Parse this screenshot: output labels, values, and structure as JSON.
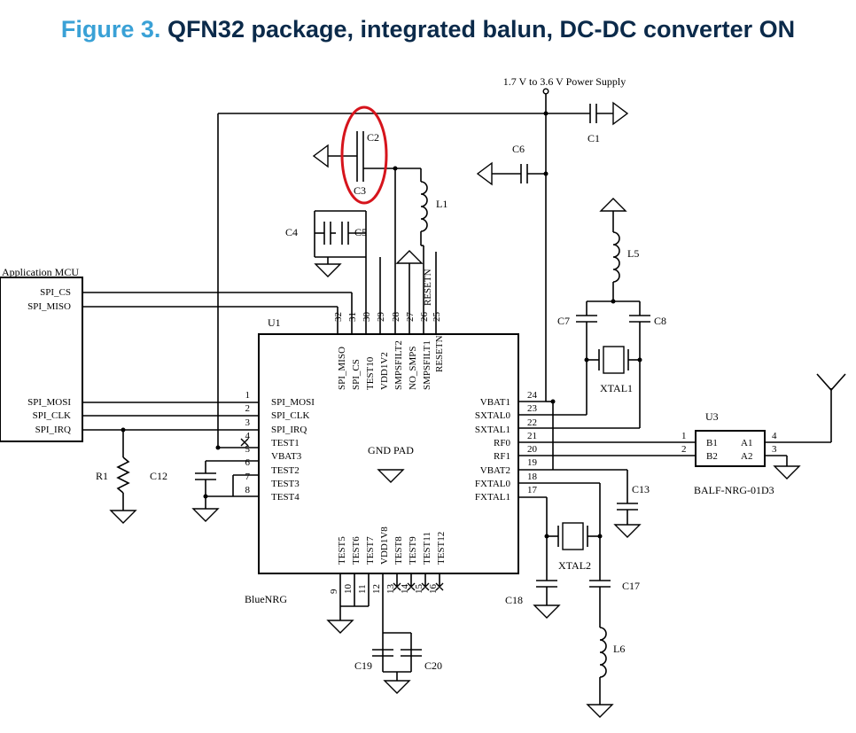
{
  "header": {
    "figure_label": "Figure 3.",
    "title": "QFN32 package, integrated balun, DC-DC converter ON"
  },
  "colors": {
    "figure_label": "#3aa1d6",
    "title": "#0b2a4a",
    "highlight": "#d6141c"
  },
  "power_supply": "1.7 V to 3.6 V Power Supply",
  "mcu": {
    "name": "Application MCU",
    "pins": [
      "SPI_CS",
      "SPI_MISO",
      "SPI_MOSI",
      "SPI_CLK",
      "SPI_IRQ"
    ]
  },
  "u1": {
    "ref": "U1",
    "name": "BlueNRG",
    "gnd_pad": "GND PAD",
    "top_pins": [
      {
        "num": "32",
        "name": "SPI_MISO"
      },
      {
        "num": "31",
        "name": "SPI_CS"
      },
      {
        "num": "30",
        "name": "TEST10"
      },
      {
        "num": "29",
        "name": "VDD1V2"
      },
      {
        "num": "28",
        "name": "SMPSFILT2"
      },
      {
        "num": "27",
        "name": "NO_SMPS"
      },
      {
        "num": "26",
        "name": "SMPSFILT1"
      },
      {
        "num": "25",
        "name": "RESETN"
      }
    ],
    "left_pins": [
      {
        "num": "1",
        "name": "SPI_MOSI"
      },
      {
        "num": "2",
        "name": "SPI_CLK"
      },
      {
        "num": "3",
        "name": "SPI_IRQ"
      },
      {
        "num": "4",
        "name": "TEST1"
      },
      {
        "num": "5",
        "name": "VBAT3"
      },
      {
        "num": "6",
        "name": "TEST2"
      },
      {
        "num": "7",
        "name": "TEST3"
      },
      {
        "num": "8",
        "name": "TEST4"
      }
    ],
    "right_pins": [
      {
        "num": "24",
        "name": "VBAT1"
      },
      {
        "num": "23",
        "name": "SXTAL0"
      },
      {
        "num": "22",
        "name": "SXTAL1"
      },
      {
        "num": "21",
        "name": "RF0"
      },
      {
        "num": "20",
        "name": "RF1"
      },
      {
        "num": "19",
        "name": "VBAT2"
      },
      {
        "num": "18",
        "name": "FXTAL0"
      },
      {
        "num": "17",
        "name": "FXTAL1"
      }
    ],
    "bottom_pins": [
      {
        "num": "9",
        "name": "TEST5"
      },
      {
        "num": "10",
        "name": "TEST6"
      },
      {
        "num": "11",
        "name": "TEST7"
      },
      {
        "num": "12",
        "name": "VDD1V8"
      },
      {
        "num": "13",
        "name": "TEST8"
      },
      {
        "num": "14",
        "name": "TEST9"
      },
      {
        "num": "15",
        "name": "TEST11"
      },
      {
        "num": "16",
        "name": "TEST12"
      }
    ]
  },
  "u3": {
    "ref": "U3",
    "name": "BALF-NRG-01D3",
    "pins": [
      {
        "num": "1",
        "name": "B1"
      },
      {
        "num": "2",
        "name": "B2"
      },
      {
        "num": "4",
        "name": "A1"
      },
      {
        "num": "3",
        "name": "A2"
      }
    ]
  },
  "resetn_net": "RESETN",
  "components": {
    "C1": "C1",
    "C2": "C2",
    "C3": "C3",
    "C4": "C4",
    "C5": "C5",
    "C6": "C6",
    "C7": "C7",
    "C8": "C8",
    "C12": "C12",
    "C13": "C13",
    "C17": "C17",
    "C18": "C18",
    "C19": "C19",
    "C20": "C20",
    "L1": "L1",
    "L5": "L5",
    "L6": "L6",
    "R1": "R1",
    "XTAL1": "XTAL1",
    "XTAL2": "XTAL2"
  }
}
